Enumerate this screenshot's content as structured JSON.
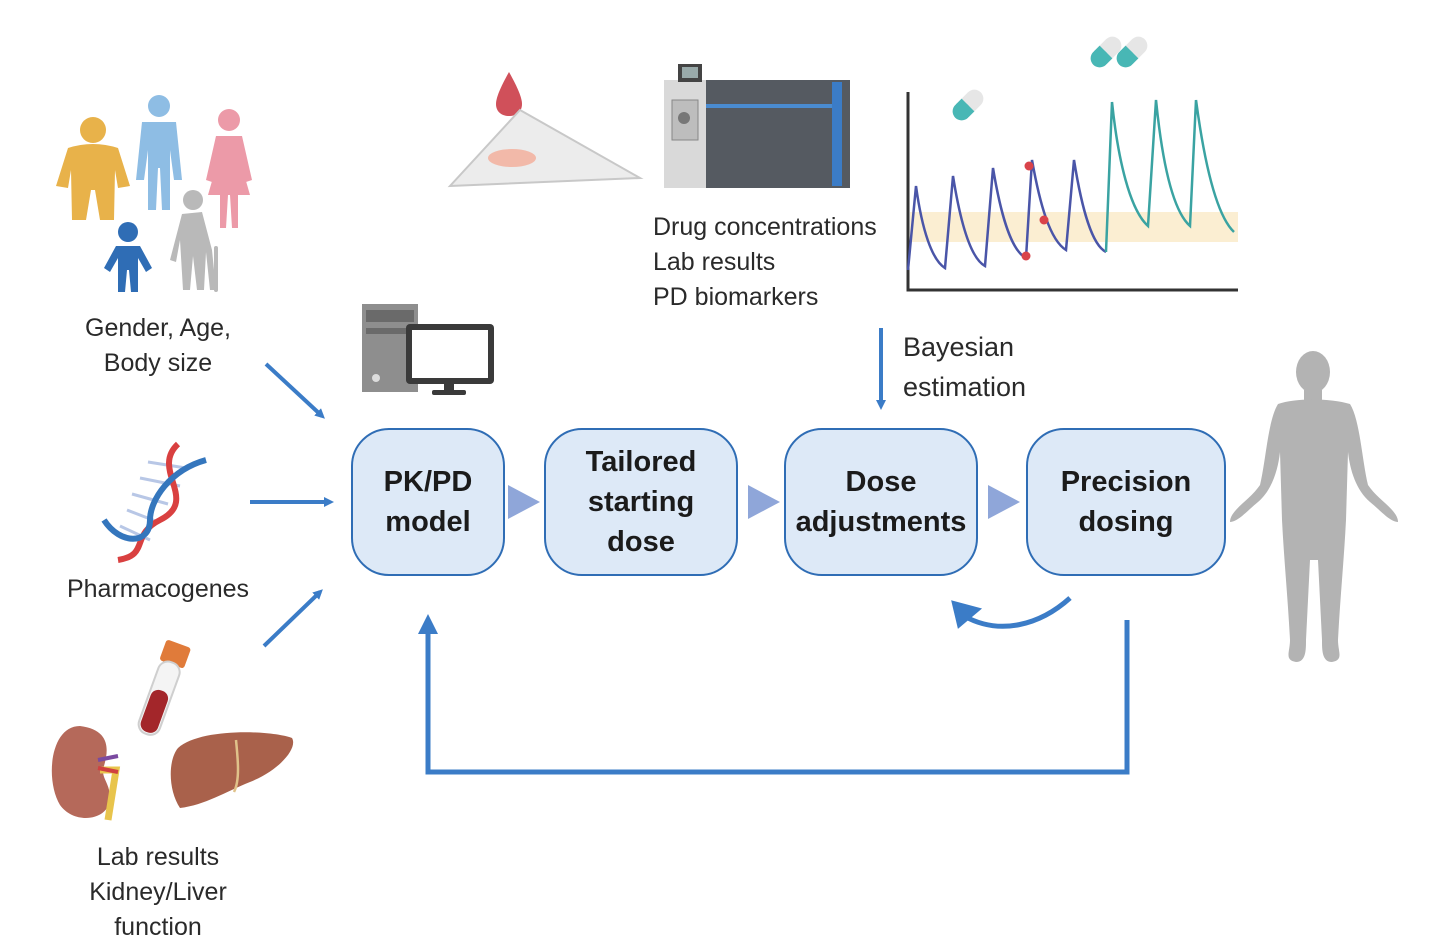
{
  "inputs": {
    "demographics": "Gender, Age,\nBody size",
    "genetics": "Pharmacogenes",
    "labs": "Lab results\nKidney/Liver\nfunction"
  },
  "monitoring": {
    "measurements": "Drug concentrations\nLab results\nPD biomarkers",
    "estimation": "Bayesian\nestimation"
  },
  "steps": [
    "PK/PD\nmodel",
    "Tailored\nstarting\ndose",
    "Dose\nadjustments",
    "Precision\ndosing"
  ],
  "colors": {
    "arrow": "#3b7cc7",
    "box_fill": "#dde9f7",
    "box_border": "#2f6db5",
    "chevron": "#8fa6d9",
    "pk_curve_before": "#4a55a8",
    "pk_curve_after": "#3aa3a2",
    "therapeutic_window": "#fbeed2",
    "sample_point": "#d9434a"
  },
  "icons": [
    "people-icon",
    "dna-icon",
    "blood-tube-icon",
    "kidney-icon",
    "liver-icon",
    "blood-drop-icon",
    "slide-icon",
    "mass-spectrometer-icon",
    "computer-icon",
    "capsule-icon",
    "human-body-icon"
  ]
}
